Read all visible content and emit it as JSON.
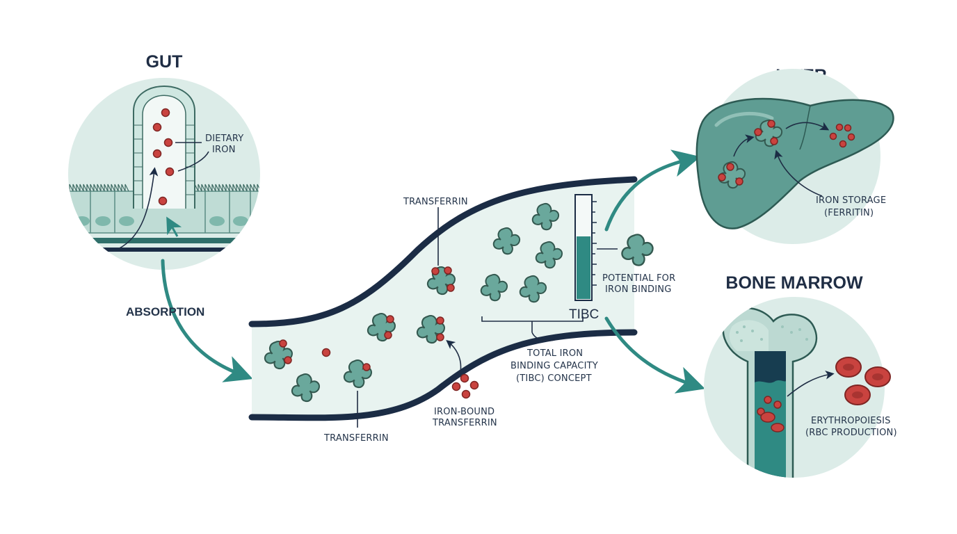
{
  "headings": {
    "gut": "GUT",
    "liver": "LIVER",
    "bone_marrow": "BONE MARROW"
  },
  "labels": {
    "dietary_iron_1": "DIETARY",
    "dietary_iron_2": "IRON",
    "absorption": "ABSORPTION",
    "transferrin_top": "TRANSFERRIN",
    "transferrin_bottom": "TRANSFERRIN",
    "iron_bound_1": "IRON-BOUND",
    "iron_bound_2": "TRANSFERRIN",
    "tibc_short": "TIBC",
    "tibc_concept_1": "TOTAL IRON",
    "tibc_concept_2": "BINDING CAPACITY",
    "tibc_concept_3": "(TIBC) CONCEPT",
    "potential_1": "POTENTIAL FOR",
    "potential_2": "IRON BINDING",
    "iron_storage_1": "IRON STORAGE",
    "iron_storage_2": "(FERRITIN)",
    "erythropoiesis_1": "ERYTHROPOIESIS",
    "erythropoiesis_2": "(RBC PRODUCTION)"
  },
  "colors": {
    "teal": "#2f8a83",
    "navy": "#1b2c45",
    "iron_red": "#c9433f",
    "circle_bg": "#dcece8"
  }
}
